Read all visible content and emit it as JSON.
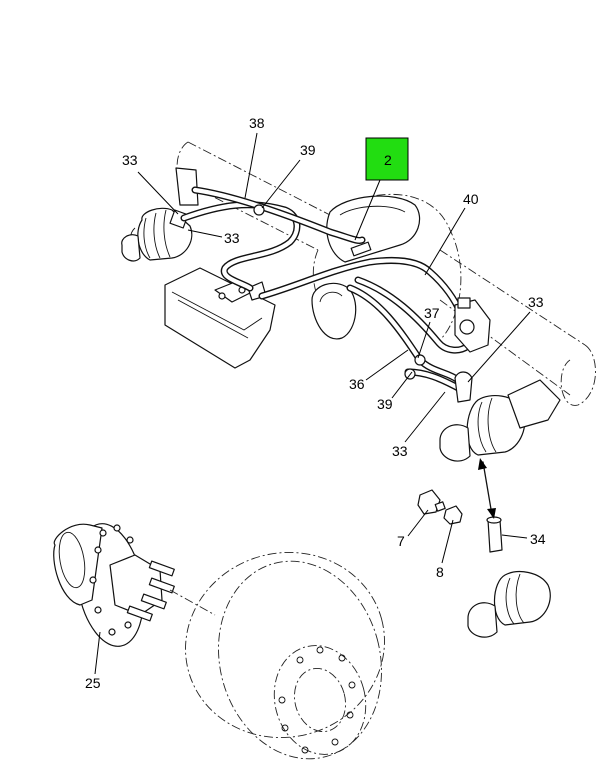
{
  "callouts": {
    "c2": "2",
    "c7": "7",
    "c8": "8",
    "c25": "25",
    "c33a": "33",
    "c33b": "33",
    "c33c": "33",
    "c33d": "33",
    "c34": "34",
    "c36": "36",
    "c37": "37",
    "c38": "38",
    "c39a": "39",
    "c39b": "39",
    "c40": "40"
  },
  "highlight": {
    "callout": "2",
    "color": "#22dd11"
  }
}
